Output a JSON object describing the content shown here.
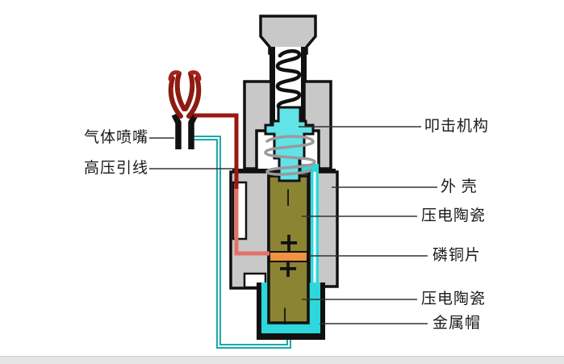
{
  "figure": {
    "type": "diagram",
    "subject": "piezoelectric gas igniter cross-section",
    "labels": {
      "gas_nozzle": "气体喷嘴",
      "hv_lead": "高压引线",
      "striker": "叩击机构",
      "shell": "外 壳",
      "piezo_upper": "压电陶瓷",
      "copper_sheet": "磷铜片",
      "piezo_lower": "压电陶瓷",
      "metal_cap": "金属帽"
    },
    "polarity": {
      "minus_upper": "|",
      "plus_upper": "+",
      "plus_lower": "+",
      "minus_lower": "|"
    },
    "colors": {
      "housing_gray": "#c8c8c8",
      "striker_cyan": "#62e3e8",
      "cap_cyan": "#2ed7db",
      "piezo_olive": "#8a8433",
      "copper_orange": "#f0923f",
      "hv_wire_dark_red": "#9b1512",
      "hv_wire_pink": "#e4706a",
      "ground_wire_teal": "#1ca9a9",
      "outline": "#111111"
    }
  }
}
